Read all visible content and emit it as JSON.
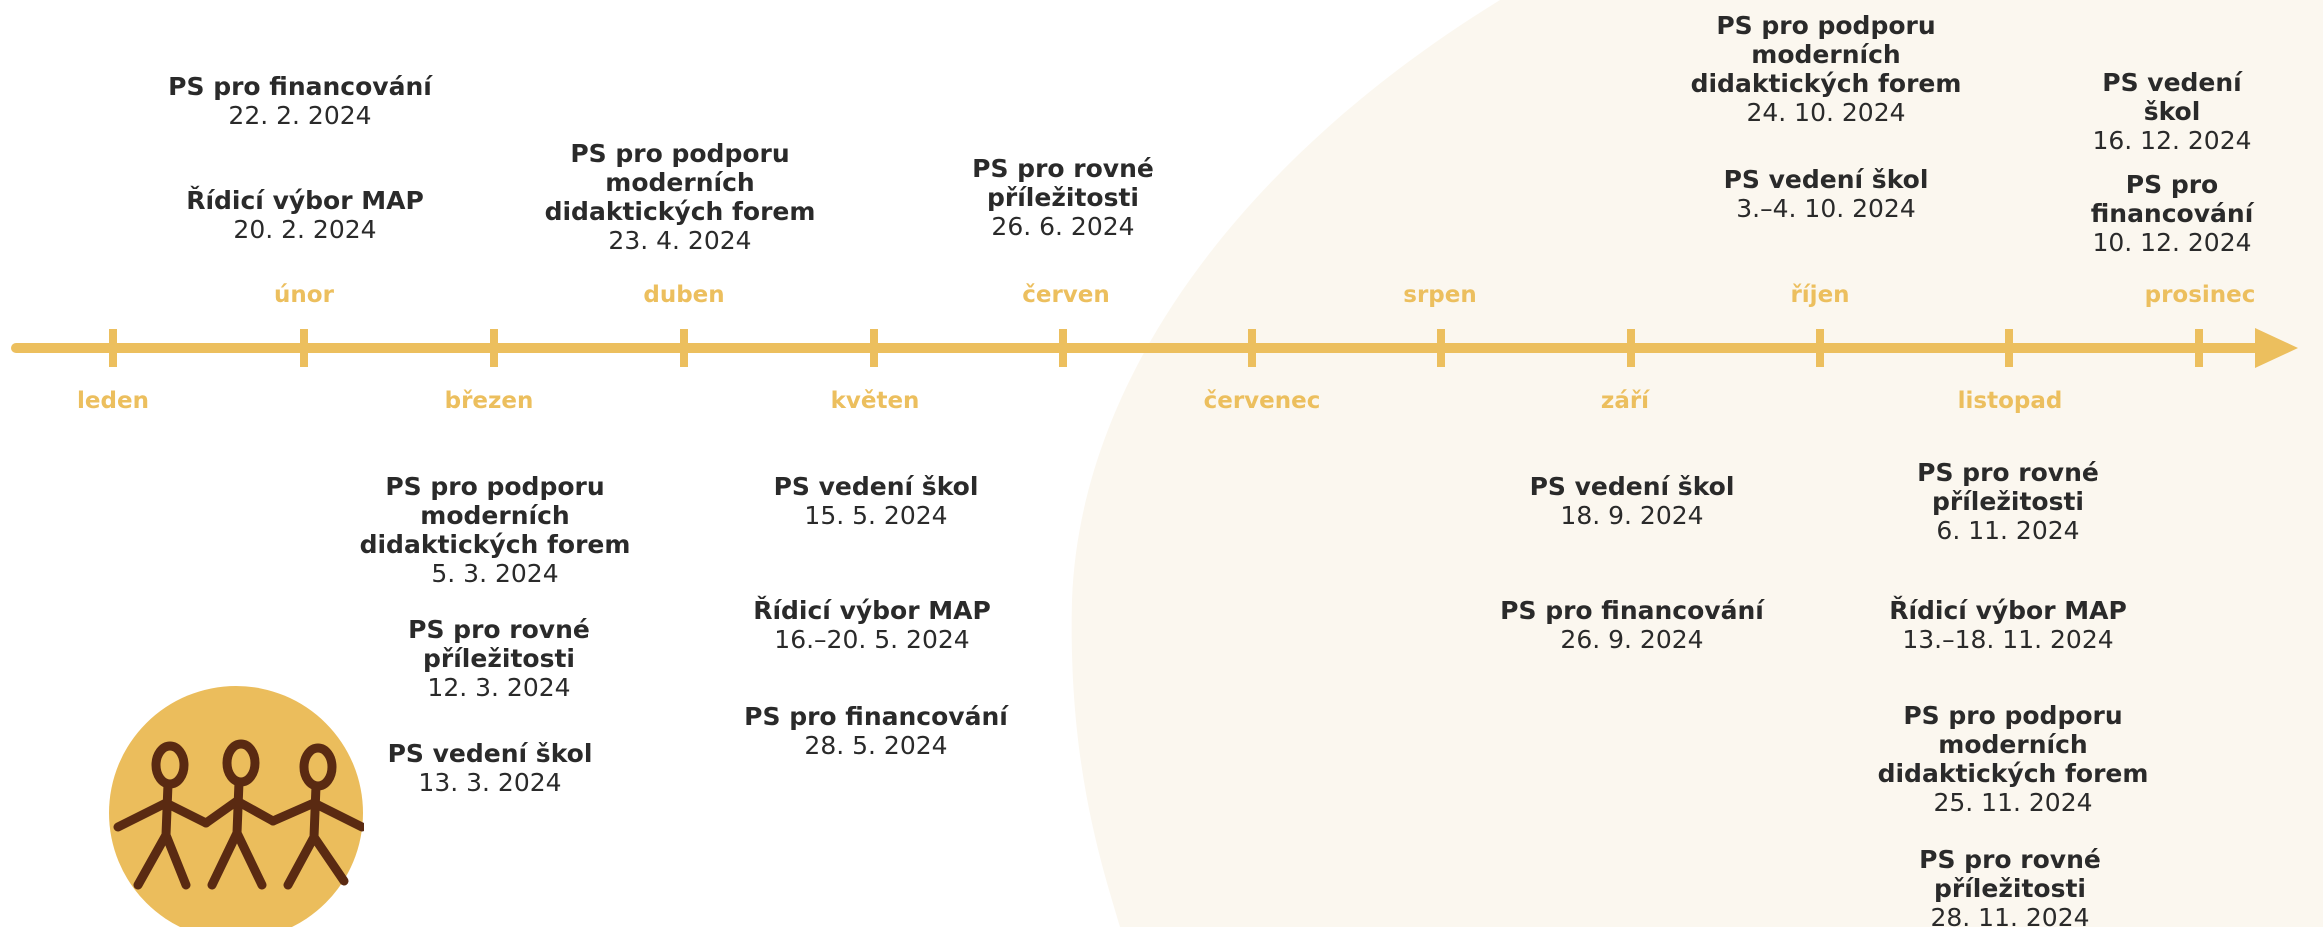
{
  "colors": {
    "axis": "#ecbf5e",
    "month_label": "#ecbf5e",
    "background_shape": "#fbf7ef",
    "text": "#2a2a2a",
    "logo_circle": "#ebbd5c",
    "logo_figures": "#5a2a12"
  },
  "timeline": {
    "months_above": [
      "únor",
      "duben",
      "červen",
      "srpen",
      "říjen",
      "prosinec"
    ],
    "months_below": [
      "leden",
      "březen",
      "květen",
      "červenec",
      "září",
      "listopad"
    ]
  },
  "events_above": [
    {
      "title": "PS pro financování",
      "date": "22. 2. 2024"
    },
    {
      "title": "Řídicí výbor MAP",
      "date": "20. 2. 2024"
    },
    {
      "title": "PS pro podporu\nmoderních\ndidaktických forem",
      "date": "23. 4. 2024"
    },
    {
      "title": "PS pro rovné\npříležitosti",
      "date": "26. 6. 2024"
    },
    {
      "title": "PS pro podporu\nmoderních\ndidaktických forem",
      "date": "24. 10. 2024"
    },
    {
      "title": "PS vedení škol",
      "date": "3.–4. 10. 2024"
    },
    {
      "title": "PS vedení škol",
      "date": "16. 12. 2024"
    },
    {
      "title": "PS pro financování",
      "date": "10. 12. 2024"
    }
  ],
  "events_below": [
    {
      "title": "PS pro podporu\nmoderních\ndidaktických forem",
      "date": "5. 3. 2024"
    },
    {
      "title": "PS pro rovné\npříležitosti",
      "date": "12. 3. 2024"
    },
    {
      "title": "PS vedení škol",
      "date": "13. 3. 2024"
    },
    {
      "title": "PS vedení škol",
      "date": "15. 5. 2024"
    },
    {
      "title": "Řídicí výbor MAP",
      "date": "16.–20. 5. 2024"
    },
    {
      "title": "PS pro financování",
      "date": "28. 5. 2024"
    },
    {
      "title": "PS vedení škol",
      "date": "18. 9. 2024"
    },
    {
      "title": "PS pro financování",
      "date": "26. 9. 2024"
    },
    {
      "title": "PS pro rovné\npříležitosti",
      "date": "6. 11. 2024"
    },
    {
      "title": "Řídicí výbor MAP",
      "date": "13.–18. 11. 2024"
    },
    {
      "title": "PS pro podporu\nmoderních\ndidaktických forem",
      "date": "25. 11. 2024"
    },
    {
      "title": "PS pro rovné\npříležitosti",
      "date": "28. 11. 2024"
    }
  ]
}
